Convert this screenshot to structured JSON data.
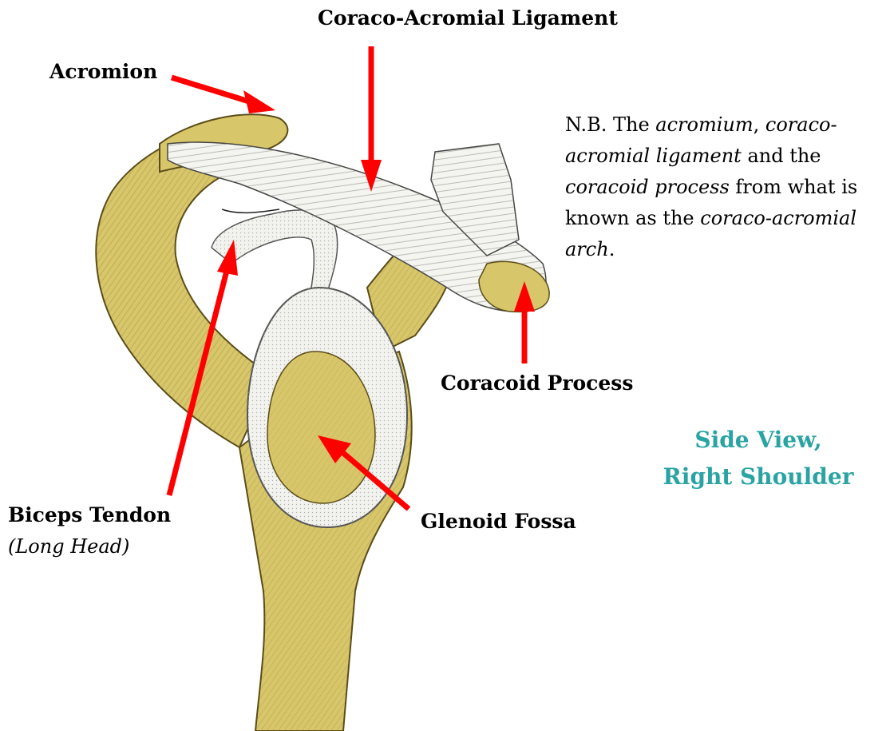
{
  "labels": {
    "coraco_acromial_ligament": "Coraco-Acromial Ligament",
    "acromion": "Acromion",
    "coracoid_process": "Coracoid Process",
    "glenoid_fossa": "Glenoid Fossa",
    "biceps_tendon": "Biceps Tendon",
    "biceps_tendon_sub": "(Long Head)"
  },
  "note": {
    "prefix": "N.B. The ",
    "term1": "acromium",
    "sep1": ", ",
    "term2": "coraco-acromial ligament",
    "sep2": " and the ",
    "term3": "coracoid process",
    "mid": " from what is known as the ",
    "term4": "coraco-acromial arch",
    "suffix": "."
  },
  "view": {
    "line1": "Side View,",
    "line2": "Right Shoulder"
  },
  "colors": {
    "bone": "#d8c66a",
    "bone_dark": "#8c7a2e",
    "cartilage": "#f2f2ee",
    "arrow": "#ff0000",
    "view_text": "#2aa3a3"
  }
}
